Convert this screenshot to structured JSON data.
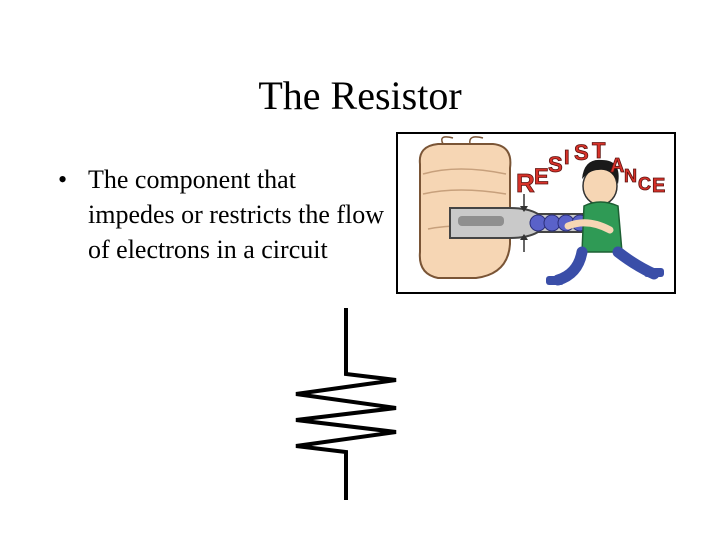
{
  "slide": {
    "title": "The Resistor",
    "bullets": [
      "The component that impedes or restricts the flow of electrons in a circuit"
    ]
  },
  "illustration": {
    "word_art": [
      "R",
      "E",
      "S",
      "I",
      "S",
      "T",
      "A",
      "N",
      "C",
      "E"
    ]
  },
  "colors": {
    "text": "#000000",
    "word_art": "#d8322a",
    "electron": "#5a62c9",
    "skin": "#f6d6b4",
    "shirt": "#2f9a55",
    "jeans": "#3a4ea8"
  }
}
